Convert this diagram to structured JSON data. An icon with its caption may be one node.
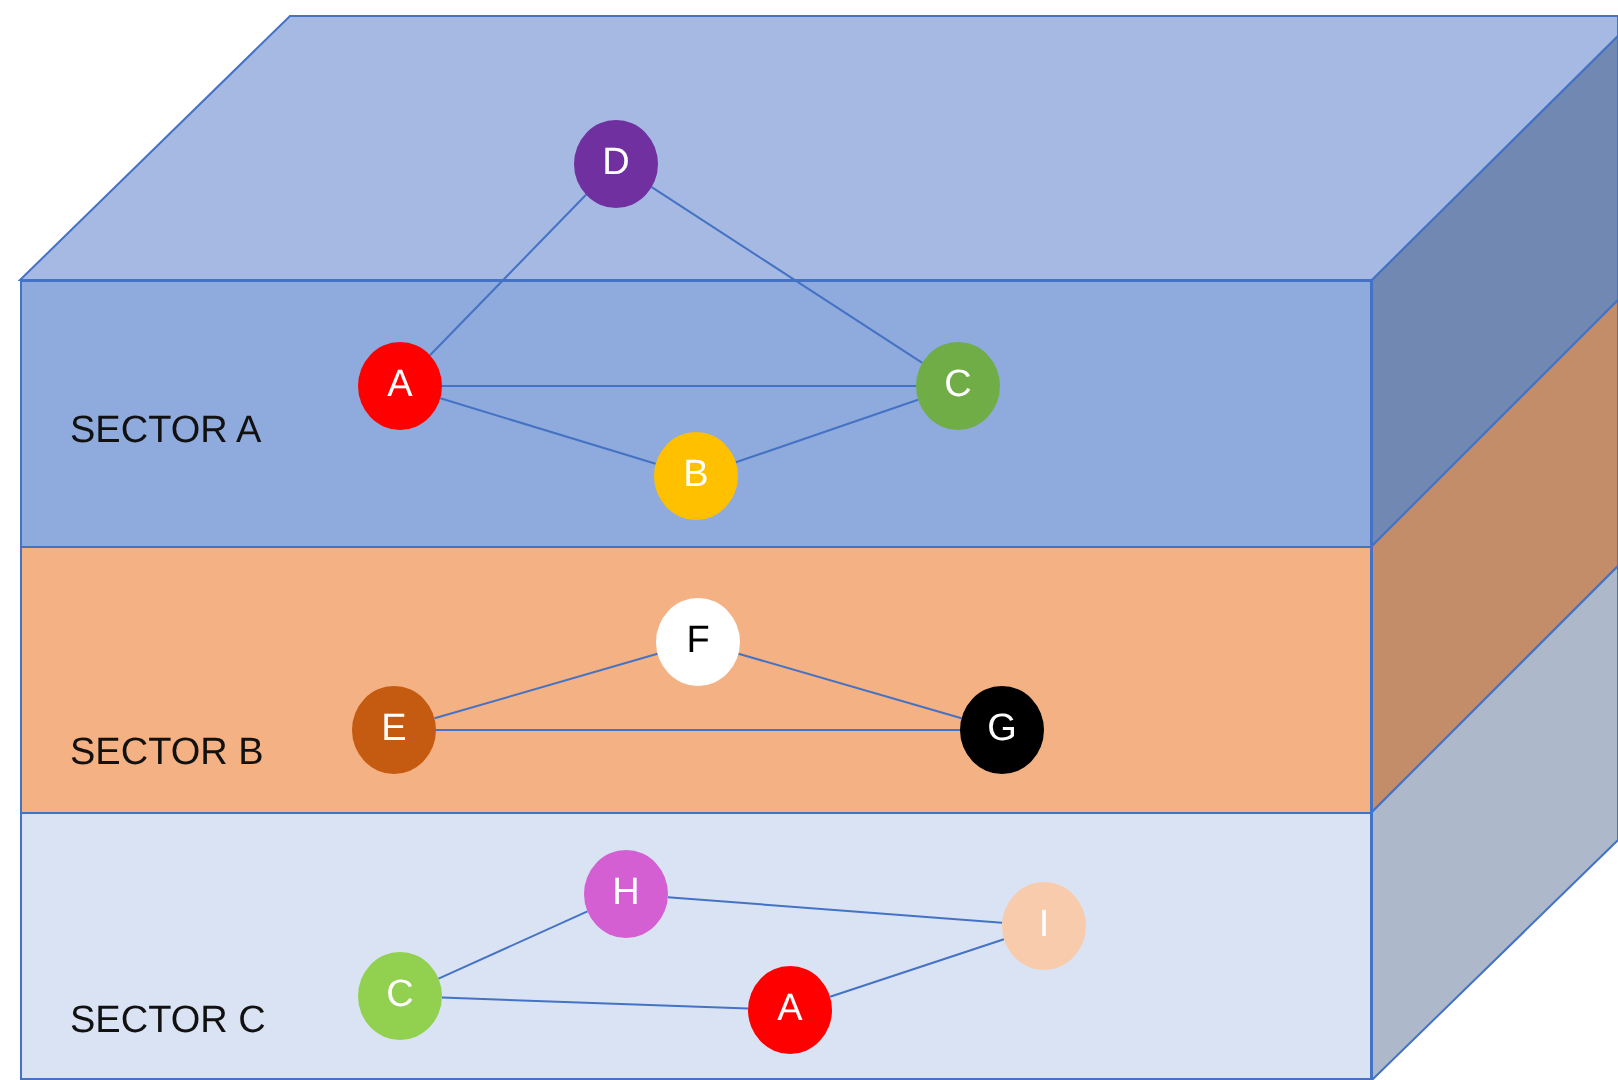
{
  "diagram": {
    "nodes": [
      {
        "text": [
          "SECTOR A"
        ]
      },
      {
        "text": [
          "D"
        ]
      },
      {
        "text": [
          "A"
        ],
        "in": 0
      },
      {
        "text": [
          "C"
        ],
        "in": 0
      },
      {
        "text": [
          "B"
        ],
        "in": 0
      },
      {
        "text": [
          "SECTOR B"
        ]
      },
      {
        "text": [
          "F"
        ],
        "in": 5
      },
      {
        "text": [
          "E"
        ],
        "in": 5
      },
      {
        "text": [
          "G"
        ],
        "in": 5
      },
      {
        "text": [
          "SECTOR C"
        ]
      },
      {
        "text": [
          "H"
        ],
        "in": 9
      },
      {
        "text": [
          "I"
        ],
        "in": 9
      },
      {
        "text": [
          "C"
        ],
        "in": 9
      },
      {
        "text": [
          "A"
        ],
        "in": 9
      }
    ],
    "edges": [
      {
        "from": 1,
        "to": 2,
        "arrow": "none"
      },
      {
        "from": 1,
        "to": 3,
        "arrow": "none"
      },
      {
        "from": 2,
        "to": 3,
        "arrow": "none"
      },
      {
        "from": 2,
        "to": 4,
        "arrow": "none"
      },
      {
        "from": 4,
        "to": 3,
        "arrow": "none"
      },
      {
        "from": 7,
        "to": 6,
        "arrow": "none"
      },
      {
        "from": 6,
        "to": 8,
        "arrow": "none"
      },
      {
        "from": 7,
        "to": 8,
        "arrow": "none"
      },
      {
        "from": 12,
        "to": 10,
        "arrow": "none"
      },
      {
        "from": 10,
        "to": 11,
        "arrow": "none"
      },
      {
        "from": 12,
        "to": 13,
        "arrow": "none"
      },
      {
        "from": 13,
        "to": 11,
        "arrow": "none"
      }
    ]
  }
}
